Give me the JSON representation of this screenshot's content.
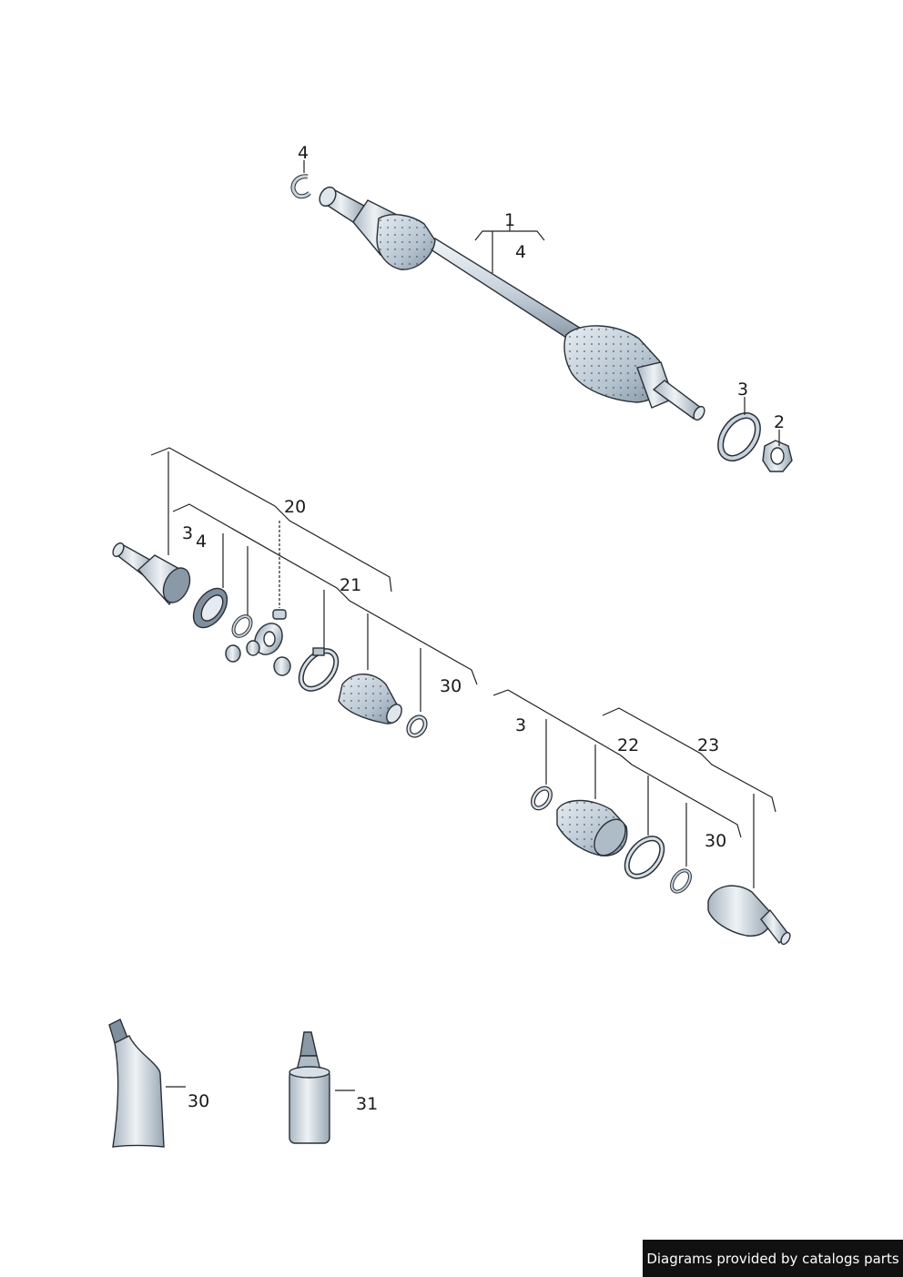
{
  "callouts": {
    "main_shaft": "1",
    "main_shaft_sub": "4",
    "top_ring": "4",
    "washer": "3",
    "nut": "2",
    "joint_kit": "20",
    "joint_kit_a": "3",
    "joint_kit_b": "4",
    "boot_kit": "21",
    "boot_kit_grease": "30",
    "outer_clip": "3",
    "outer_boot_kit": "22",
    "outer_joint": "23",
    "outer_grease": "30",
    "grease_tube": "30",
    "sealant_bottle": "31"
  },
  "credit": "Diagrams provided by catalogs parts",
  "colors": {
    "metal_light": "#dfe6ec",
    "metal_mid": "#b9c6d1",
    "metal_dark": "#7f8f9d",
    "boot": "#c3d0db",
    "outline": "#2a2f36"
  }
}
